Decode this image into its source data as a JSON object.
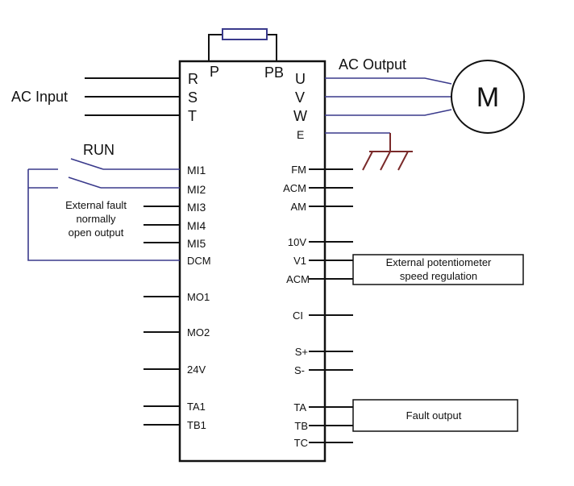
{
  "labels": {
    "ac_input": "AC Input",
    "ac_output": "AC Output",
    "run": "RUN",
    "motor": "M",
    "ext_fault_1": "External fault",
    "ext_fault_2": "normally",
    "ext_fault_3": "open output",
    "pot_1": "External potentiometer",
    "pot_2": "speed regulation",
    "fault_output": "Fault output"
  },
  "top_terminals": {
    "p": "P",
    "pb": "PB"
  },
  "power_in": {
    "r": "R",
    "s": "S",
    "t": "T"
  },
  "left_terminals": {
    "mi1": "MI1",
    "mi2": "MI2",
    "mi3": "MI3",
    "mi4": "MI4",
    "mi5": "MI5",
    "dcm": "DCM",
    "mo1": "MO1",
    "mo2": "MO2",
    "v24": "24V",
    "ta1": "TA1",
    "tb1": "TB1"
  },
  "right_terminals": {
    "u": "U",
    "v": "V",
    "w": "W",
    "e": "E",
    "fm": "FM",
    "acm1": "ACM",
    "am": "AM",
    "v10": "10V",
    "v1": "V1",
    "acm2": "ACM",
    "ci": "CI",
    "sp": "S+",
    "sm": "S-",
    "ta": "TA",
    "tb": "TB",
    "tc": "TC"
  },
  "colors": {
    "line": "#111111",
    "wire_blue": "#3a3a8c",
    "ground": "#7a2a2a"
  }
}
